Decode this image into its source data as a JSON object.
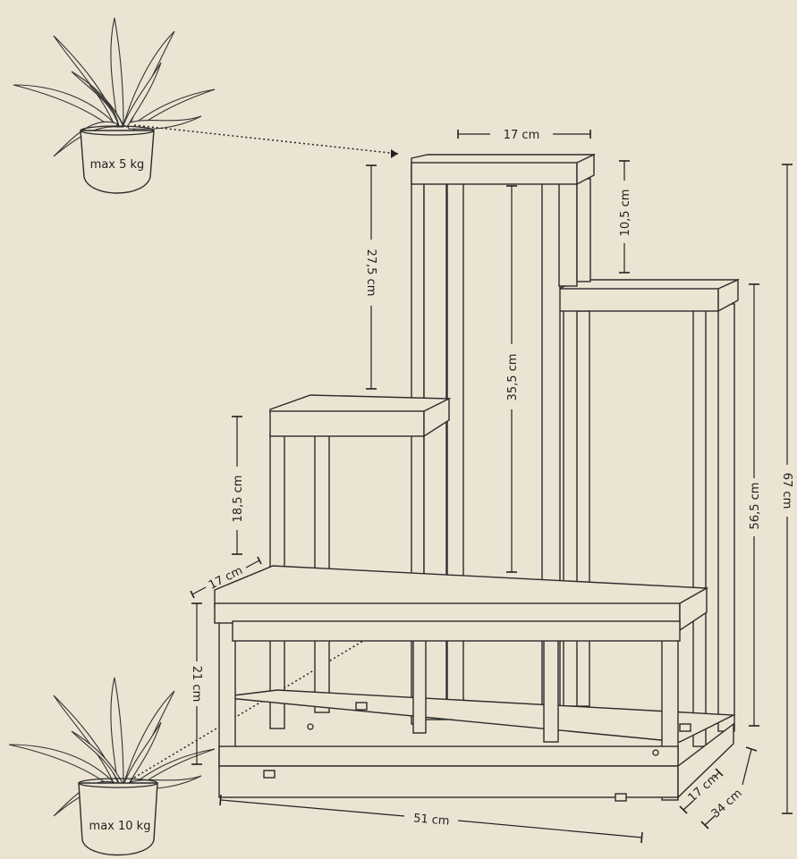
{
  "dimensions": {
    "top_width": "17 cm",
    "top_shelf_height": "10,5 cm",
    "upper_left_height": "27,5 cm",
    "center_height": "35,5 cm",
    "left_shelf_height": "18,5 cm",
    "bench_depth": "17 cm",
    "bench_height": "21 cm",
    "total_height": "67 cm",
    "right_height": "56,5 cm",
    "width": "51 cm",
    "depth_inner": "17 cm",
    "depth_total": "34 cm"
  },
  "loads": {
    "top_pot": "max 5 kg",
    "bottom_pot": "max 10 kg"
  },
  "colors": {
    "background": "#ece4d3",
    "line": "#2b2b2b"
  }
}
